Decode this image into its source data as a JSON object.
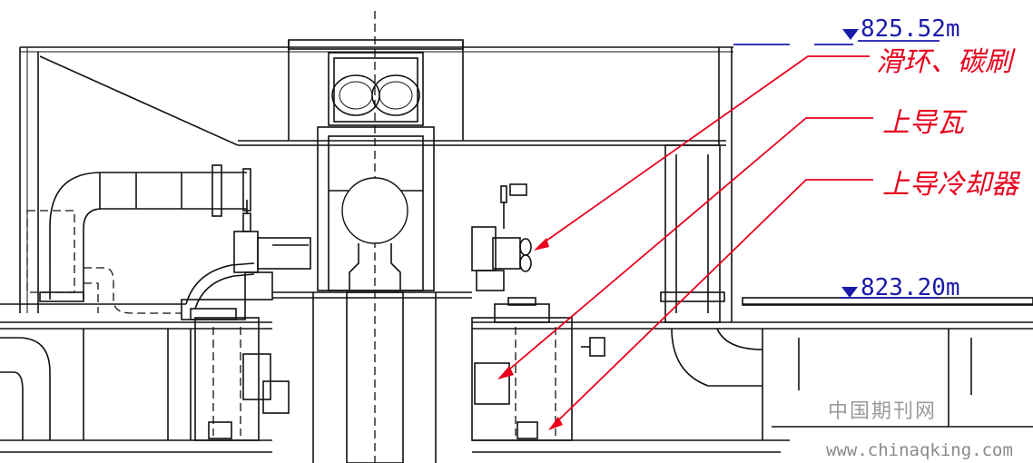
{
  "elevations": {
    "top": "825.52m",
    "middle": "823.20m"
  },
  "labels": {
    "slip_ring": "滑环、碳刷",
    "upper_guide_bearing": "上导瓦",
    "upper_guide_cooler": "上导冷却器"
  },
  "watermark": {
    "cn": "中国期刊网",
    "url": "www.chinaqking.com"
  },
  "colors": {
    "annotation": "#e8001c",
    "elevation": "#1a1aa8",
    "linework": "#111111"
  }
}
